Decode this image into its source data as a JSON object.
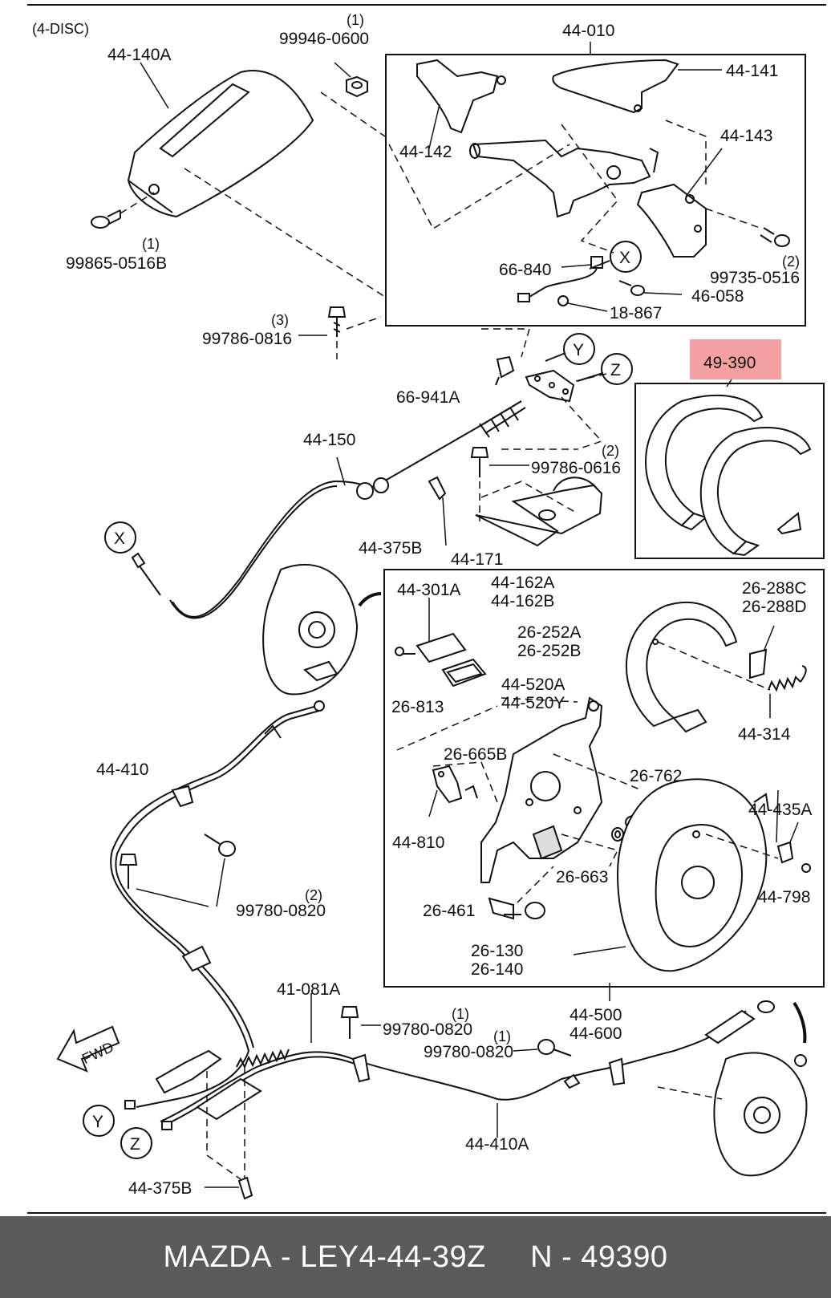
{
  "diagram": {
    "header": "(4-DISC)",
    "highlight_color": "#f4a0a0",
    "labels": {
      "l_44_140A": "44-140A",
      "l_99946_0600": "99946-0600",
      "q_99946": "(1)",
      "l_44_010": "44-010",
      "l_44_141": "44-141",
      "l_44_142": "44-142",
      "l_44_143": "44-143",
      "l_99865_0516B": "99865-0516B",
      "q_99865": "(1)",
      "l_66_840": "66-840",
      "l_99735_0516": "99735-0516",
      "q_99735": "(2)",
      "l_46_058": "46-058",
      "l_18_867": "18-867",
      "l_99786_0816": "99786-0816",
      "q_99786_0816": "(3)",
      "l_49_390": "49-390",
      "l_66_941A": "66-941A",
      "l_44_150": "44-150",
      "l_99786_0616": "99786-0616",
      "q_99786_0616": "(2)",
      "l_44_375B_a": "44-375B",
      "l_44_171": "44-171",
      "l_44_301A": "44-301A",
      "l_44_162A": "44-162A",
      "l_44_162B": "44-162B",
      "l_26_288C": "26-288C",
      "l_26_288D": "26-288D",
      "l_26_252A": "26-252A",
      "l_26_252B": "26-252B",
      "l_26_813": "26-813",
      "l_44_520A": "44-520A",
      "l_44_520Y": "44-520Y",
      "l_44_314": "44-314",
      "l_44_410": "44-410",
      "l_26_665B": "26-665B",
      "l_26_762": "26-762",
      "l_44_435A": "44-435A",
      "l_44_810": "44-810",
      "l_26_663": "26-663",
      "l_44_798": "44-798",
      "l_99780_0820_a": "99780-0820",
      "q_99780_a": "(2)",
      "l_26_461": "26-461",
      "l_26_130": "26-130",
      "l_26_140": "26-140",
      "l_41_081A": "41-081A",
      "l_44_500": "44-500",
      "l_44_600": "44-600",
      "l_99780_0820_b": "99780-0820",
      "q_99780_b": "(1)",
      "l_99780_0820_c": "99780-0820",
      "q_99780_c": "(1)",
      "fwd": "FWD",
      "l_44_410A": "44-410A",
      "l_44_375B_b": "44-375B",
      "ref_x1": "X",
      "ref_x2": "X",
      "ref_y1": "Y",
      "ref_z1": "Z",
      "ref_y2": "Y",
      "ref_z2": "Z"
    }
  },
  "caption": {
    "brand": "MAZDA",
    "part_number": "LEY4-44-39Z",
    "ref": "N - 49390",
    "separator": " - "
  }
}
